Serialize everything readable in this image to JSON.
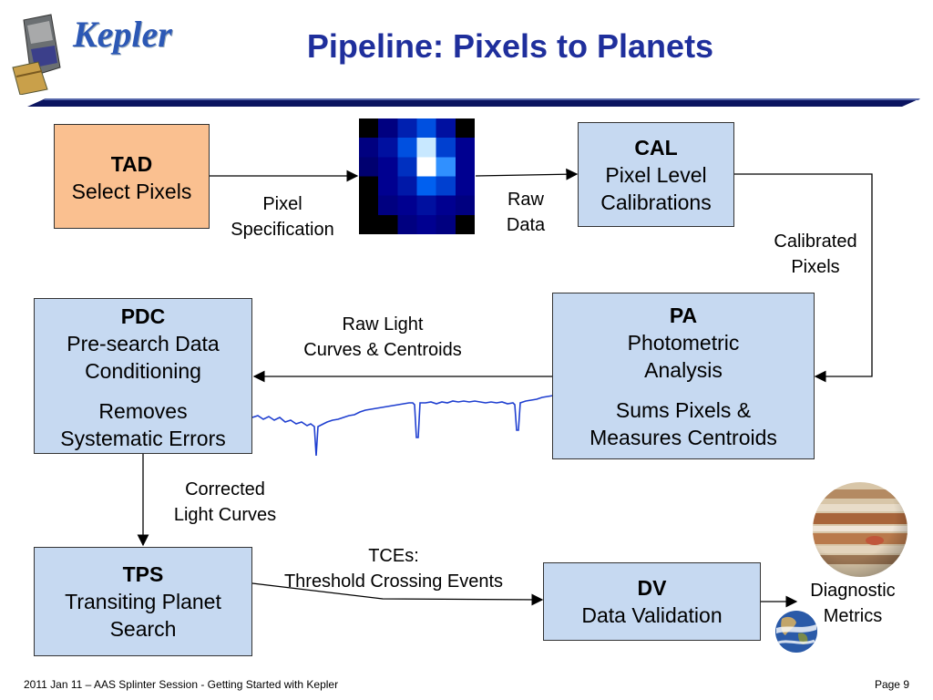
{
  "header": {
    "logo_text": "Kepler",
    "title": "Pipeline: Pixels to Planets"
  },
  "boxes": {
    "tad": {
      "title": "TAD",
      "line1": "Select Pixels"
    },
    "cal": {
      "title": "CAL",
      "line1": "Pixel Level",
      "line2": "Calibrations"
    },
    "pa": {
      "title": "PA",
      "line1": "Photometric",
      "line2": "Analysis",
      "line3": "Sums Pixels &",
      "line4": "Measures Centroids"
    },
    "pdc": {
      "title": "PDC",
      "line1": "Pre-search Data",
      "line2": "Conditioning",
      "line3": "Removes",
      "line4": "Systematic Errors"
    },
    "tps": {
      "title": "TPS",
      "line1": "Transiting Planet",
      "line2": "Search"
    },
    "dv": {
      "title": "DV",
      "line1": "Data Validation"
    }
  },
  "labels": {
    "pixel_spec_1": "Pixel",
    "pixel_spec_2": "Specification",
    "raw_data_1": "Raw",
    "raw_data_2": "Data",
    "calibrated_1": "Calibrated",
    "calibrated_2": "Pixels",
    "raw_lc_1": "Raw Light",
    "raw_lc_2": "Curves & Centroids",
    "corrected_1": "Corrected",
    "corrected_2": "Light Curves",
    "tces_1": "TCEs:",
    "tces_2": "Threshold Crossing Events",
    "diag_1": "Diagnostic",
    "diag_2": "Metrics"
  },
  "footer": {
    "left": "2011 Jan 11 – AAS Splinter Session - Getting Started with Kepler",
    "right": "Page 9"
  },
  "colors": {
    "title": "#1f2f9c",
    "box_blue": "#c6d9f1",
    "box_orange": "#fac090",
    "lightcurve": "#1f3fd0"
  },
  "icons": [
    "kepler-spacecraft-icon",
    "pixel-grid-image",
    "light-curve-image",
    "jupiter-icon",
    "earth-icon"
  ]
}
